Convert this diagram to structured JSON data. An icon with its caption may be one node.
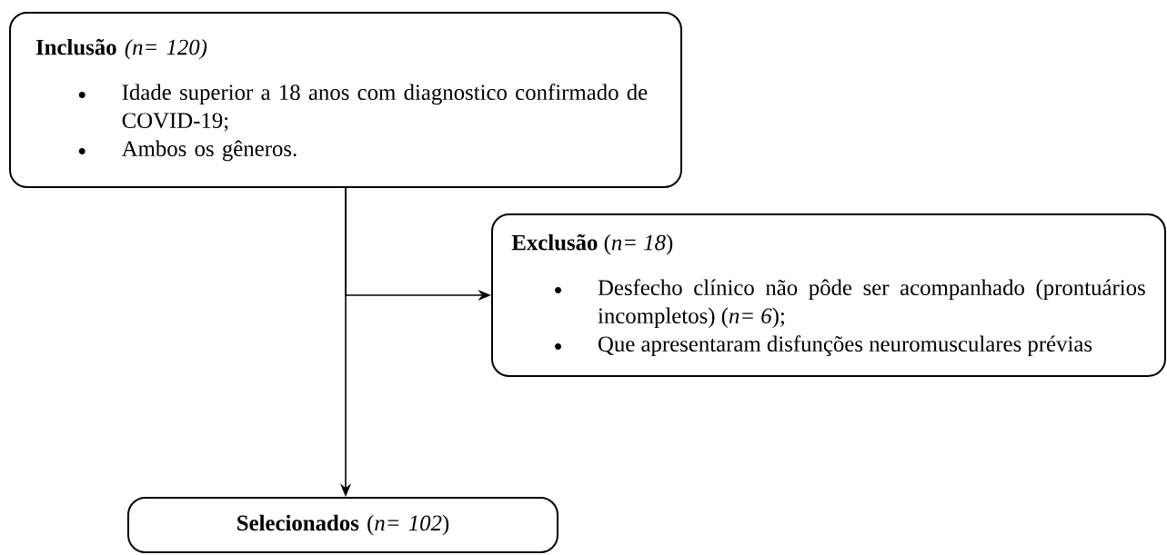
{
  "diagram": {
    "nodes": [
      {
        "text": [
          "**Inclusão** *(n= 120)*",
          "Idade superior a 18 anos com diagnostico confirmado de COVID-19;",
          "Ambos os gêneros."
        ]
      },
      {
        "text": [
          "**Exclusão** (*n= 18*)",
          "Desfecho clínico não pôde ser acompanhado (prontuários incompletos) (*n= 6*);",
          "Que apresentaram disfunções neuromusculares prévias"
        ]
      },
      {
        "text": [
          "**Selecionados** (*n= 102*)"
        ]
      }
    ],
    "edges": [
      {
        "from": 0,
        "to": 2,
        "arrow": "to"
      },
      {
        "from": 0,
        "to": 1,
        "arrow": "to"
      }
    ]
  }
}
